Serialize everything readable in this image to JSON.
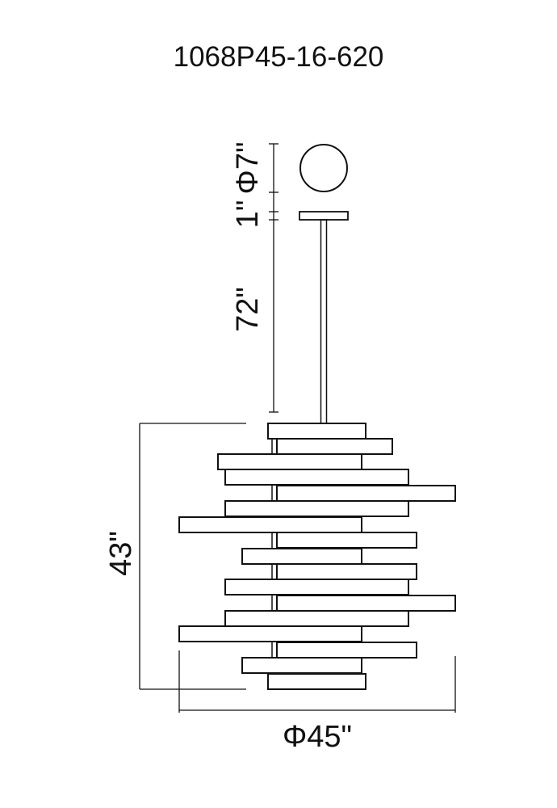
{
  "title": "1068P45-16-620",
  "dimensions": {
    "canopy_diameter": "Φ7\"",
    "canopy_height": "1\"",
    "rod_length": "72\"",
    "fixture_height": "43\"",
    "fixture_diameter": "Φ45\""
  },
  "colors": {
    "line": "#111111",
    "background": "#ffffff"
  }
}
